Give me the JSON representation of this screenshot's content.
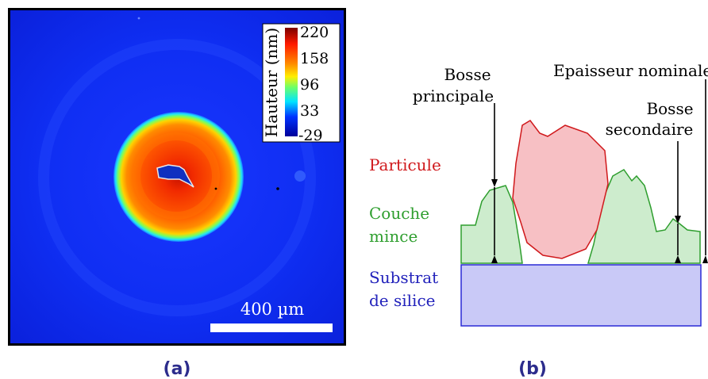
{
  "panel_a": {
    "colorbar": {
      "title": "Hauteur (nm)",
      "ticks": [
        "220",
        "158",
        "96",
        "33",
        "-29"
      ],
      "colors": [
        "#8b0000",
        "#ff2a00",
        "#ffd800",
        "#4cff6a",
        "#00e6ff",
        "#0026ff",
        "#00008b"
      ]
    },
    "scalebar_label": "400 µm",
    "caption": "(a)"
  },
  "panel_b": {
    "labels": {
      "bosse_principale_1": "Bosse",
      "bosse_principale_2": "principale",
      "epaisseur_nominale": "Epaisseur nominale",
      "bosse_secondaire_1": "Bosse",
      "bosse_secondaire_2": "secondaire",
      "particule": "Particule",
      "couche_1": "Couche",
      "couche_2": "mince",
      "substrat_1": "Substrat",
      "substrat_2": "de silice"
    },
    "colors": {
      "particule": "#d0191c",
      "couche": "#2e9e2e",
      "substrat": "#2222bb"
    },
    "caption": "(b)"
  }
}
